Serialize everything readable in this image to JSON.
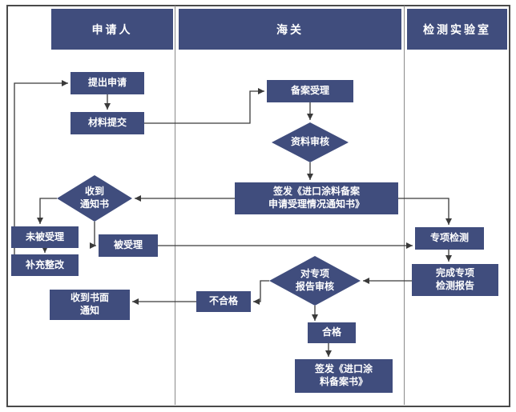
{
  "lanes": {
    "applicant": "申请人",
    "customs": "海关",
    "lab": "检测实验室"
  },
  "nodes": {
    "submit": {
      "label": "提出申请"
    },
    "materials": {
      "label": "材料提交"
    },
    "notice_received": {
      "label": "收到\n通知书"
    },
    "not_accepted": {
      "label": "未被受理"
    },
    "accepted": {
      "label": "被受理"
    },
    "rectify": {
      "label": "补充整改"
    },
    "written_notice": {
      "label": "收到书面\n通知"
    },
    "filing_acceptance": {
      "label": "备案受理"
    },
    "material_review": {
      "label": "资料审核"
    },
    "issue_notice": {
      "label": "签发《进口涂料备案\n申请受理情况通知书》"
    },
    "report_review": {
      "label": "对专项\n报告审核"
    },
    "unqualified": {
      "label": "不合格"
    },
    "qualified": {
      "label": "合格"
    },
    "issue_filing": {
      "label": "签发《进口涂\n料备案书》"
    },
    "special_test": {
      "label": "专项检测"
    },
    "test_report": {
      "label": "完成专项\n检测报告"
    }
  },
  "edges": [
    {
      "from": "rectify",
      "to": "submit"
    },
    {
      "from": "submit",
      "to": "materials"
    },
    {
      "from": "materials",
      "to": "filing_acceptance"
    },
    {
      "from": "filing_acceptance",
      "to": "material_review"
    },
    {
      "from": "material_review",
      "to": "issue_notice"
    },
    {
      "from": "issue_notice",
      "to": "notice_received"
    },
    {
      "from": "notice_received",
      "to": "not_accepted"
    },
    {
      "from": "notice_received",
      "to": "accepted"
    },
    {
      "from": "not_accepted",
      "to": "rectify"
    },
    {
      "from": "accepted",
      "to": "special_test"
    },
    {
      "from": "issue_notice",
      "to": "special_test"
    },
    {
      "from": "special_test",
      "to": "test_report"
    },
    {
      "from": "test_report",
      "to": "report_review"
    },
    {
      "from": "report_review",
      "to": "unqualified"
    },
    {
      "from": "unqualified",
      "to": "written_notice"
    },
    {
      "from": "report_review",
      "to": "qualified"
    },
    {
      "from": "qualified",
      "to": "issue_filing"
    }
  ],
  "colors": {
    "node_fill": "#404d7d",
    "node_text": "#ffffff",
    "line_color": "#3a3a3a",
    "frame_color": "#4a4a4a"
  }
}
